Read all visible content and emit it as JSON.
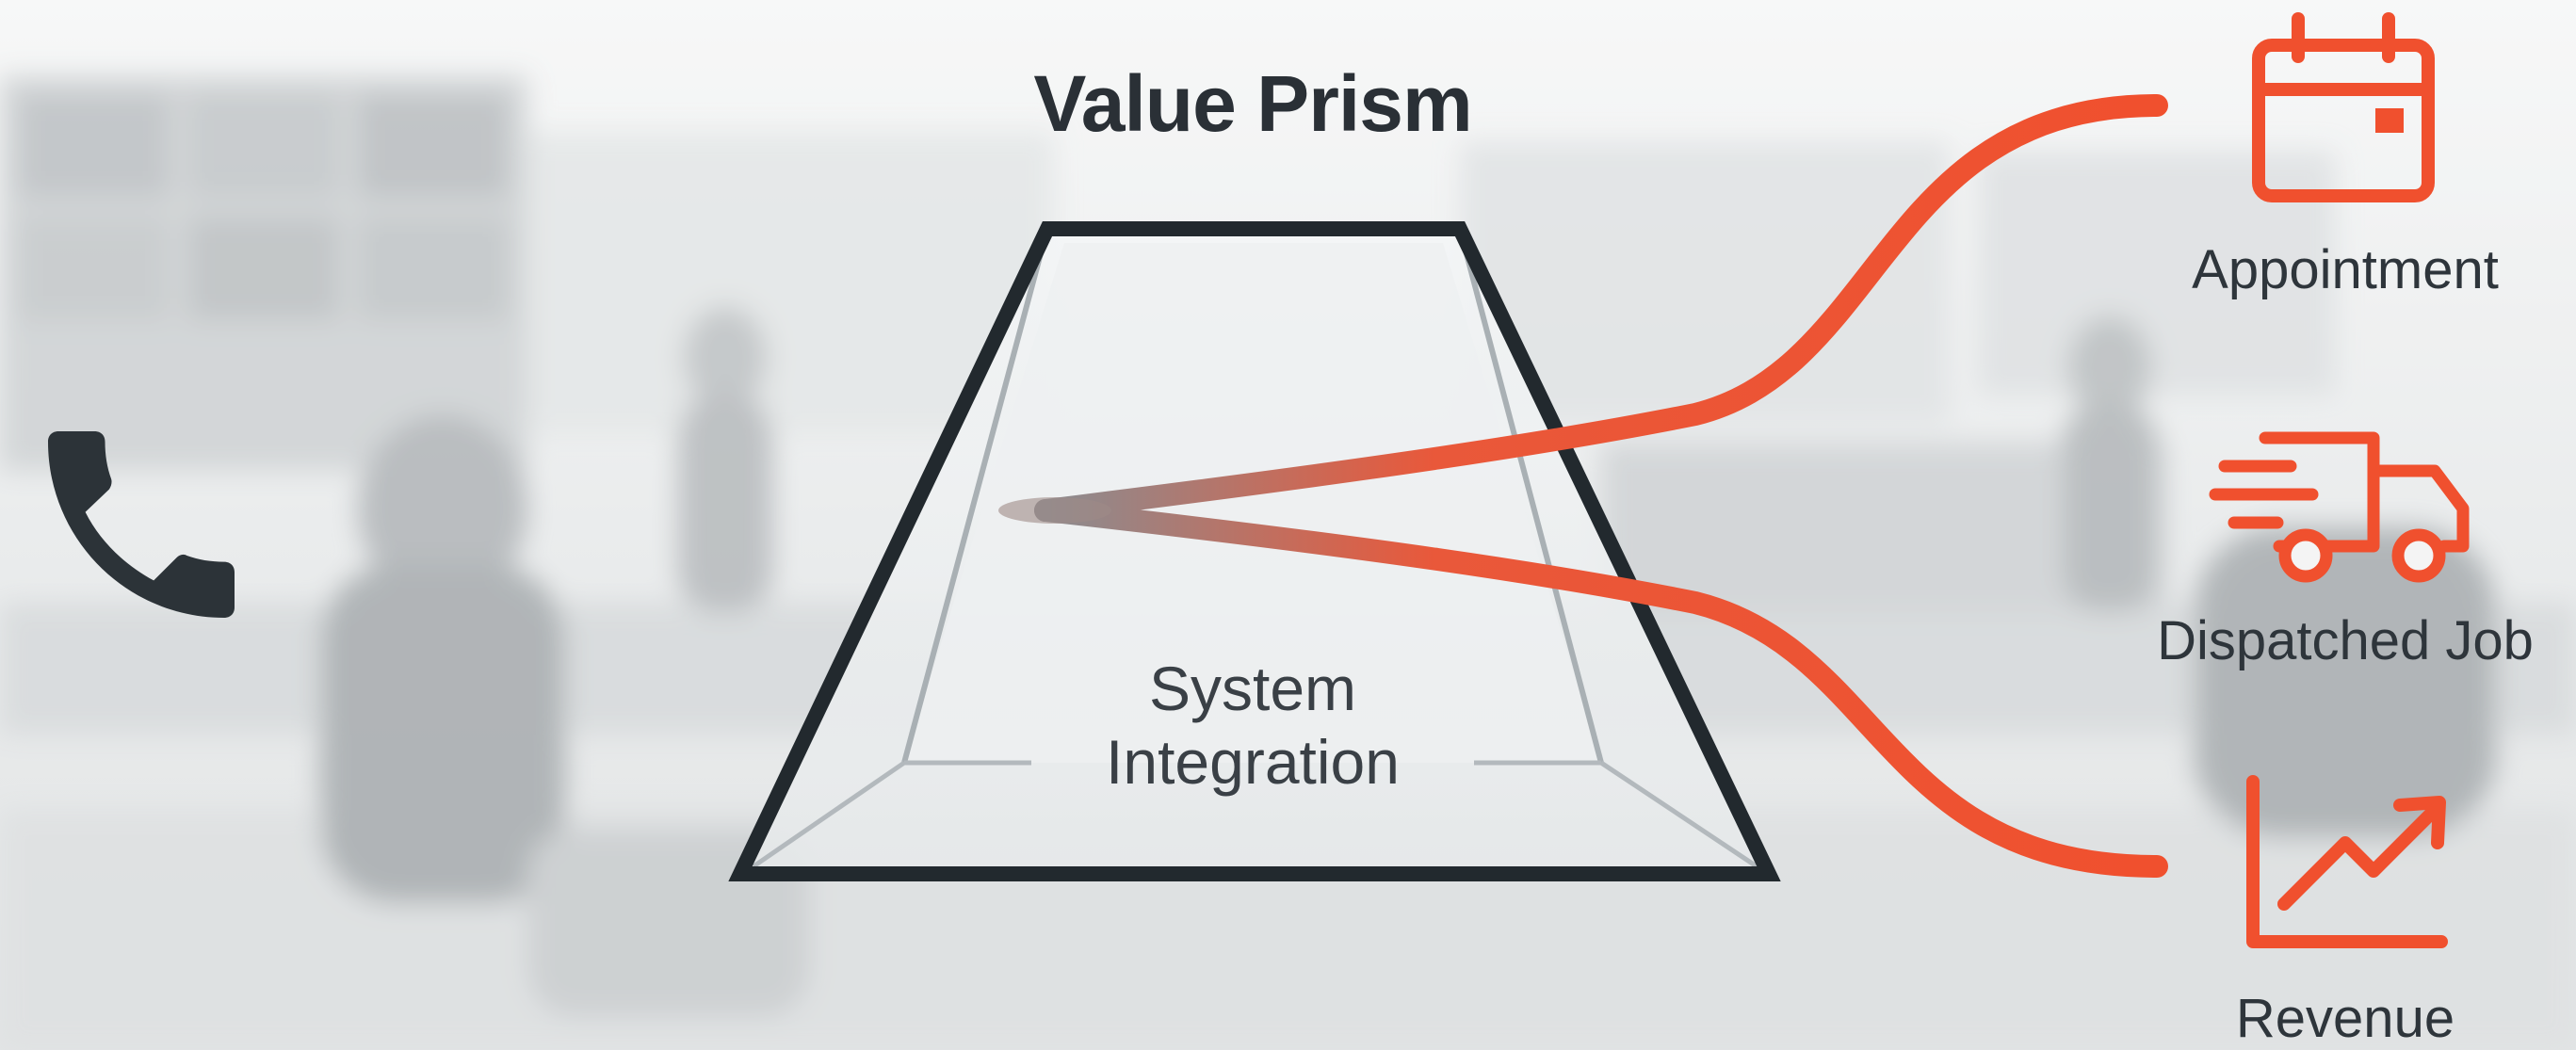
{
  "title": "Value Prism",
  "prism": {
    "line1": "System",
    "line2": "Integration"
  },
  "outputs": [
    {
      "label": "Appointment",
      "icon": "calendar-icon"
    },
    {
      "label": "Dispatched Job",
      "icon": "delivery-truck-icon"
    },
    {
      "label": "Revenue",
      "icon": "revenue-chart-icon"
    }
  ],
  "input": {
    "icon": "phone-icon"
  },
  "colors": {
    "accent": "#f0502e",
    "input_beam": "#7a858d",
    "outline": "#22292e",
    "title": "#2a3036"
  }
}
